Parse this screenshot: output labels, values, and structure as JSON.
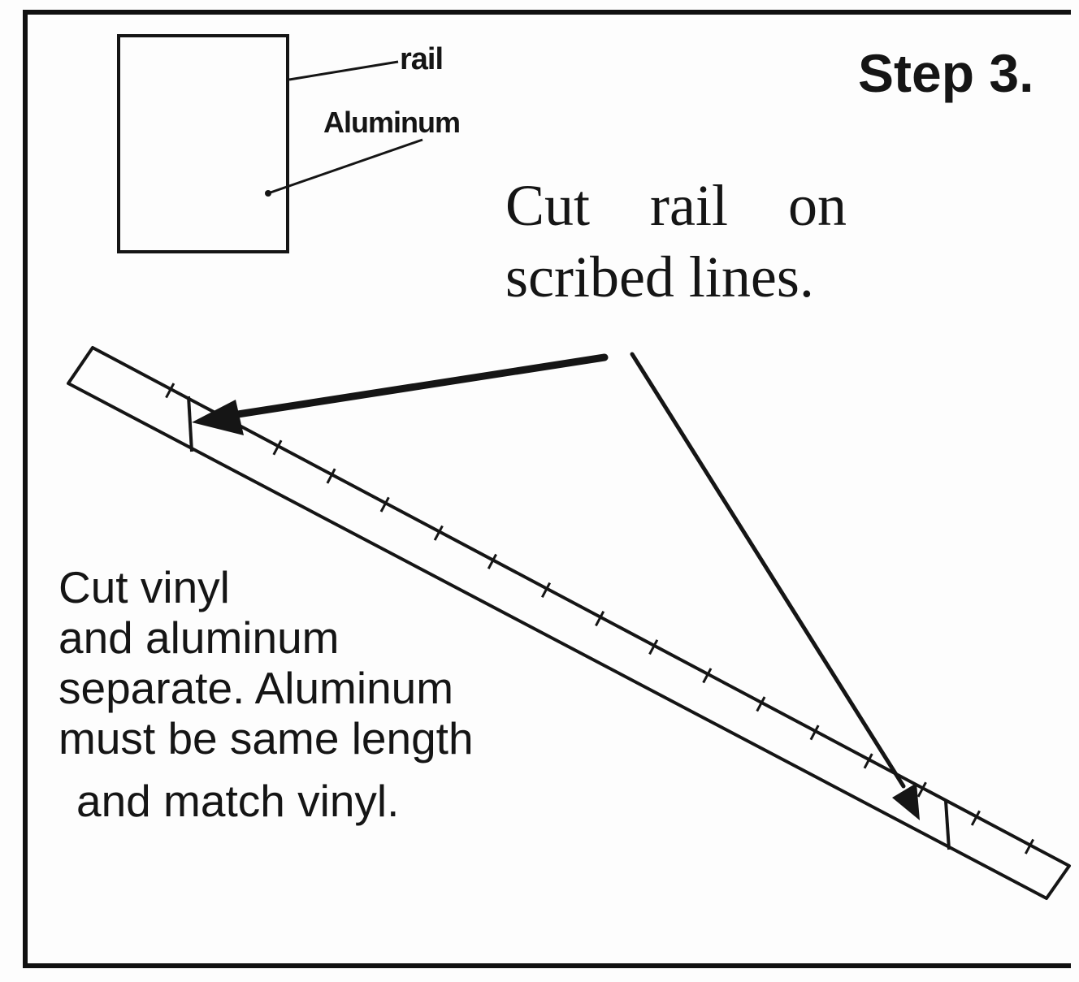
{
  "labels": {
    "rail": "rail",
    "aluminum": "Aluminum"
  },
  "step": {
    "title": "Step 3."
  },
  "instructions": {
    "cut_rail": [
      "Cut rail on",
      "scribed lines."
    ],
    "cut_vinyl": [
      "Cut vinyl",
      "and aluminum",
      "separate. Aluminum",
      "must be same length",
      "and match vinyl."
    ]
  },
  "colors": {
    "ink": "#151515",
    "paper": "#fdfdfd"
  }
}
